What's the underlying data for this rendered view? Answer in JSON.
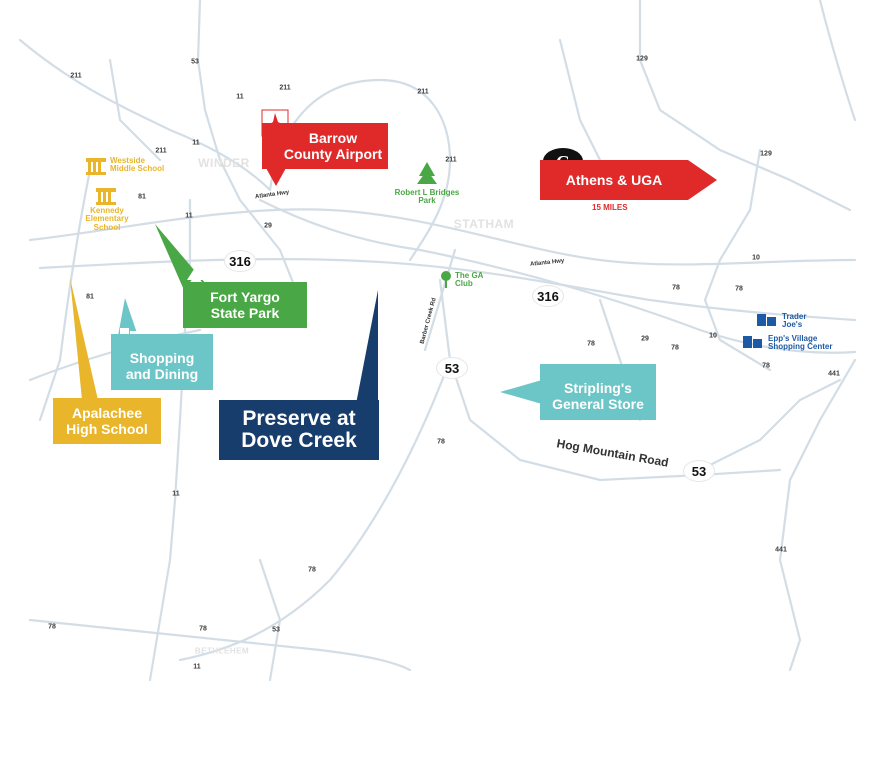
{
  "colors": {
    "road": "#d3dde6",
    "red": "#e02a2a",
    "green": "#4aa745",
    "yellow": "#e8b52b",
    "teal": "#6cc5c6",
    "navy": "#173d6d",
    "blue": "#1d5aa6"
  },
  "towns": {
    "winder": "WINDER",
    "statham": "STATHAM",
    "bethlehem": "BETHLEHEM"
  },
  "highways": {
    "h316_west": "316",
    "h316_east": "316",
    "h53_center": "53",
    "h53_east": "53"
  },
  "roads": {
    "atlanta_hwy_west": "Atlanta Hwy",
    "atlanta_hwy_east": "Atlanta Hwy",
    "barber_creek_rd": "Barber Creek Rd",
    "hog_mountain_road": "Hog Mountain Road"
  },
  "route_numbers": {
    "r211_a": "211",
    "r53_top": "53",
    "r211_b": "211",
    "r11_a": "11",
    "r211_c": "211",
    "r129_a": "129",
    "r211_d": "211",
    "r11_b": "11",
    "r81_a": "81",
    "r11_c": "11",
    "r211_e": "211",
    "r29_a": "29",
    "r129_b": "129",
    "r10_a": "10",
    "r81_b": "81",
    "r78_a": "78",
    "r78_b": "78",
    "r10_b": "10",
    "r78_c": "78",
    "r29_b": "29",
    "r78_d": "78",
    "r78_e": "78",
    "r441_a": "441",
    "r78_f": "78",
    "r11_d": "11",
    "r441_b": "441",
    "r78_g": "78",
    "r78_h": "78",
    "r78_i": "78",
    "r53_bottom": "53",
    "r11_e": "11"
  },
  "places": {
    "airport": {
      "line1": "Barrow",
      "line2": "County Airport",
      "icon": "airplane-icon"
    },
    "athens": {
      "label": "Athens & UGA",
      "distance": "15 MILES",
      "icon": "georgia-g-logo"
    },
    "westside": {
      "line1": "Westside",
      "line2": "Middle School",
      "icon": "school-icon"
    },
    "kennedy": {
      "line1": "Kennedy",
      "line2": "Elementary",
      "line3": "School",
      "icon": "school-icon"
    },
    "bridges_park": {
      "line1": "Robert L Bridges",
      "line2": "Park",
      "icon": "tree-icon"
    },
    "fort_yargo": {
      "line1": "Fort Yargo",
      "line2": "State Park",
      "icon": "tree-icon"
    },
    "ga_club": {
      "line1": "The GA",
      "line2": "Club",
      "icon": "golf-icon"
    },
    "trader_joes": {
      "line1": "Trader",
      "line2": "Joe's",
      "icon": "shopping-bag-icon"
    },
    "epps_village": {
      "line1": "Epp's Village",
      "line2": "Shopping Center",
      "icon": "shopping-bag-icon"
    },
    "shopping_dining": {
      "line1": "Shopping",
      "line2": "and Dining",
      "icon": "shopping-bag-icon"
    },
    "stripling": {
      "line1": "Stripling's",
      "line2": "General Store",
      "icon": "shopping-bag-icon"
    },
    "apalachee": {
      "line1": "Apalachee",
      "line2": "High School",
      "icon": "school-icon"
    },
    "preserve": {
      "line1": "Preserve at",
      "line2": "Dove Creek"
    }
  }
}
